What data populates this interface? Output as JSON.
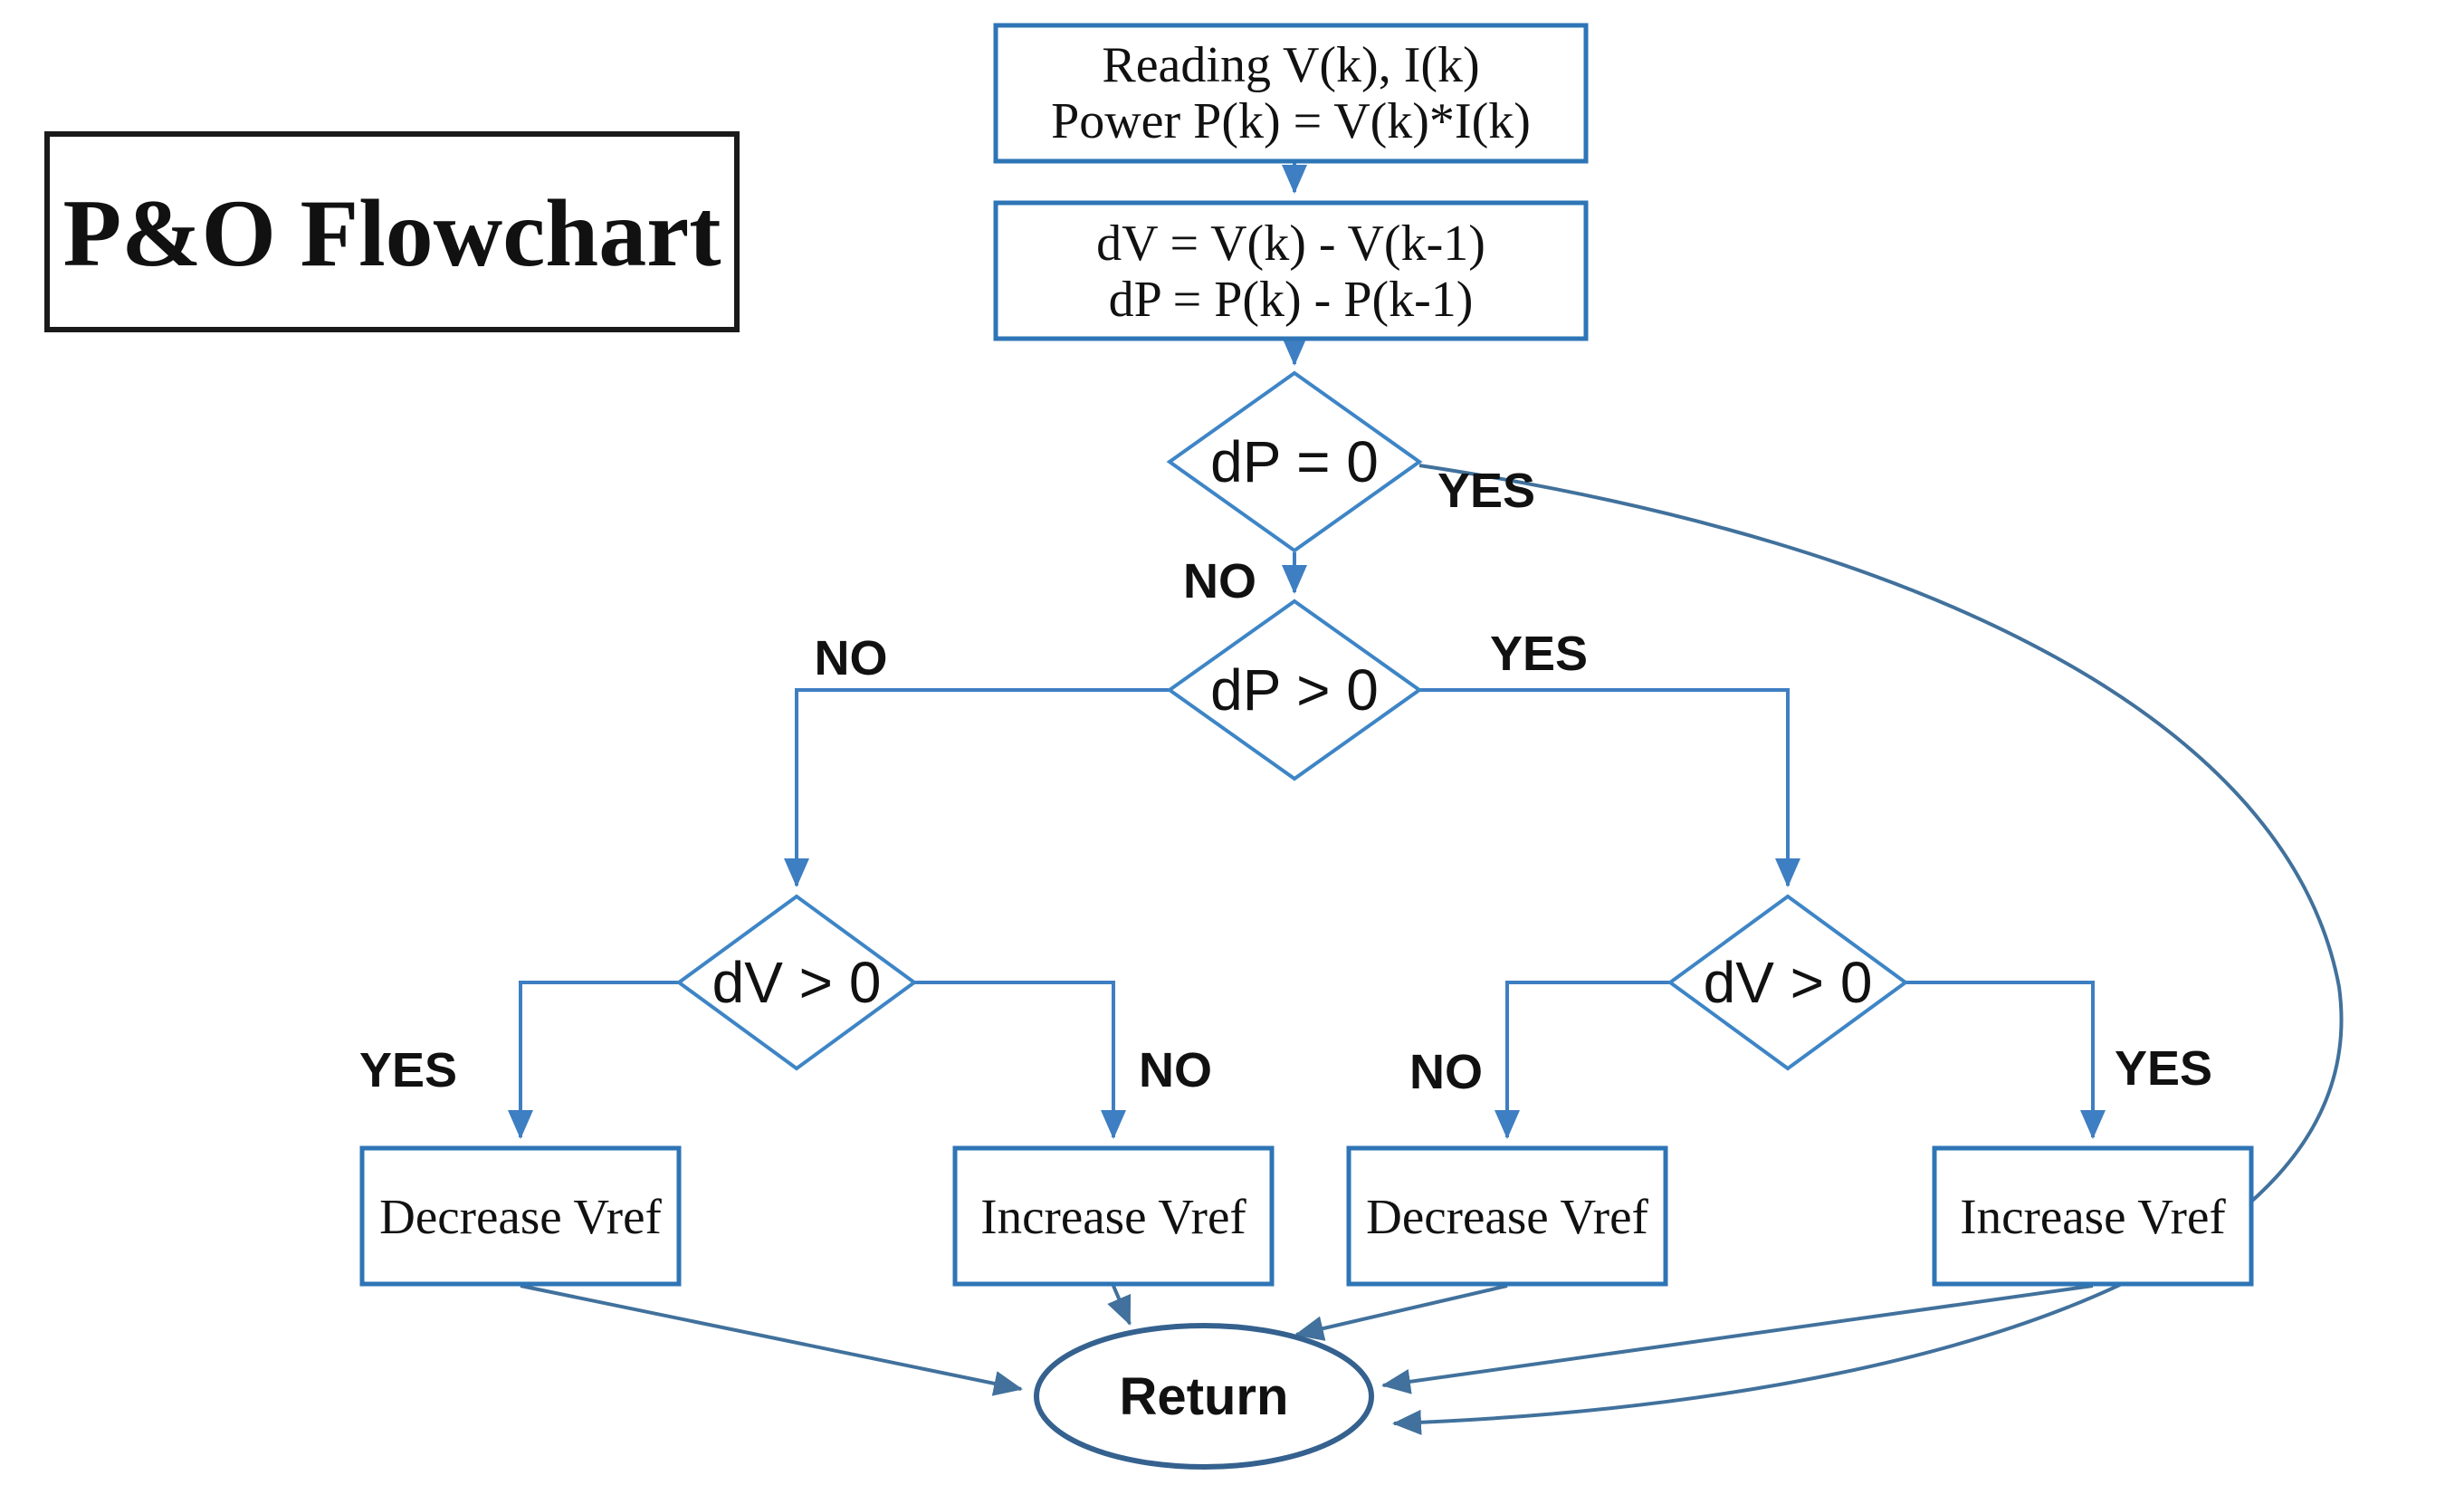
{
  "diagram": {
    "title": "P&O Flowchart",
    "nodes": {
      "read": {
        "line1": "Reading V(k), I(k)",
        "line2": "Power P(k) = V(k)*I(k)"
      },
      "compute": {
        "line1": "dV = V(k) - V(k-1)",
        "line2": "dP = P(k) - P(k-1)"
      },
      "dp_zero": "dP = 0",
      "dp_pos": "dP > 0",
      "dv_left": "dV > 0",
      "dv_right": "dV > 0",
      "decrease_left": "Decrease Vref",
      "increase_left": "Increase Vref",
      "decrease_right": "Decrease Vref",
      "increase_right": "Increase Vref",
      "return_node": "Return"
    },
    "edge_labels": {
      "dp_zero_yes": "YES",
      "dp_zero_no": "NO",
      "dp_pos_no": "NO",
      "dp_pos_yes": "YES",
      "dv_left_yes": "YES",
      "dv_left_no": "NO",
      "dv_right_no": "NO",
      "dv_right_yes": "YES"
    },
    "colors": {
      "box_border": "#2E75B6",
      "diamond_border": "#3D85C6",
      "ellipse_border": "#35618F",
      "title_border": "#1A1A1A",
      "connector": "#41719C",
      "connector_bright": "#3E7EC2",
      "text": "#111111",
      "background": "#FFFFFF"
    }
  }
}
